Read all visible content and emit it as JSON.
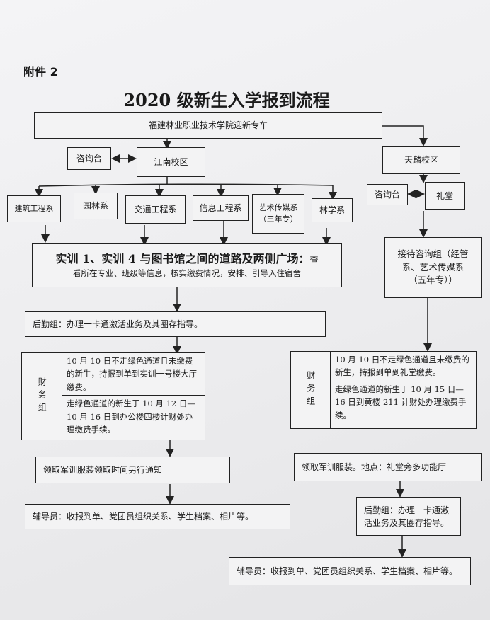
{
  "attachment_label": "附件 2",
  "title": "2020 级新生入学报到流程",
  "shuttle": "福建林业职业技术学院迎新专车",
  "jiangnan": {
    "campus": "江南校区",
    "consult": "咨询台",
    "departments": [
      "建筑工程系",
      "园林系",
      "交通工程系",
      "信息工程系",
      "艺术传媒系",
      "（三年专）",
      "林学系"
    ],
    "main_heading": "实训 1、实训 4 与图书馆之间的道路及两侧广场：",
    "main_text_1": "查",
    "main_text_2": "看所在专业、班级等信息，核实缴费情况，安排、引导入住宿舍",
    "logistics": "后勤组：办理一卡通激活业务及其圈存指导。",
    "finance_label": "财务组",
    "finance_rows": [
      "10 月 10 日不走绿色通道且未缴费的新生，持报到单到实训一号楼大厅缴费。",
      "走绿色通道的新生于 10 月 12 日—10 月 16 日到办公楼四楼计财处办理缴费手续。"
    ],
    "uniform": "领取军训服装领取时间另行通知",
    "counselor": "辅导员：收报到单、党团员组织关系、学生档案、相片等。"
  },
  "tianlin": {
    "campus": "天麟校区",
    "consult": "咨询台",
    "hall": "礼堂",
    "reception": "接待咨询组（经管系、艺术传媒系（五年专））",
    "finance_label": "财务组",
    "finance_rows": [
      "10 月 10 日不走绿色通道且未缴费的新生，持报到单到礼堂缴费。",
      "走绿色通道的新生于 10 月 15 日—16 日到黄楼 211 计财处办理缴费手续。"
    ],
    "uniform": "领取军训服装。地点：礼堂旁多功能厅",
    "logistics": "后勤组：办理一卡通激活业务及其圈存指导。",
    "counselor": "辅导员：收报到单、党团员组织关系、学生档案、相片等。"
  }
}
